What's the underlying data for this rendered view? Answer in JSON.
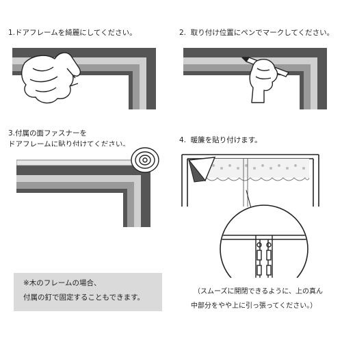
{
  "steps": [
    {
      "number": "1.",
      "lines": [
        "ドアフレームを綺麗にしてください。"
      ]
    },
    {
      "number": "2.",
      "lines": [
        "取り付け位置にペンでマークしてください。"
      ]
    },
    {
      "number": "3.",
      "lines": [
        "付属の面ファスナーを",
        "ドアフレームに貼り付けてください。"
      ]
    },
    {
      "number": "4.",
      "lines": [
        "暖簾を貼り付けます。"
      ]
    }
  ],
  "note": {
    "lines": [
      "※木のフレームの場合、",
      "付属の釘で固定することもできます。"
    ]
  },
  "caption": {
    "lines": [
      "（スムーズに開閉できるように、上の真ん",
      "中部分をやや上に引っ張ってください。）"
    ]
  },
  "colors": {
    "frame_dark": "#555555",
    "frame_mid": "#9a9a9a",
    "frame_light": "#cfcfcf",
    "note_bg": "#dadada"
  }
}
